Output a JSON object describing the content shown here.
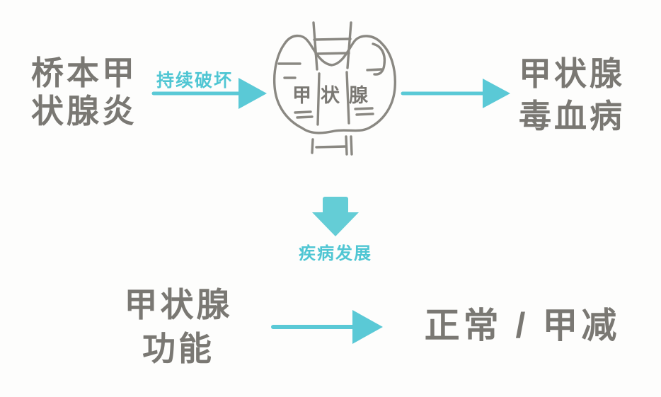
{
  "palette": {
    "accent": "#5ac9d6",
    "accent_light": "#64cdd6",
    "accent_text": "#4fc6d3",
    "ink": "#7a7873",
    "sketch_line": "#8a8882",
    "background": "#fdfdfc"
  },
  "nodes": {
    "hashimoto": {
      "line1": "桥本甲",
      "line2": "状腺炎"
    },
    "thyroid": {
      "label": "甲状腺"
    },
    "thyrotoxicosis": {
      "line1": "甲状腺",
      "line2": "毒血病"
    },
    "thyroid_function": {
      "line1": "甲状腺",
      "line2": "功能"
    },
    "outcome": {
      "label": "正常 / 甲减"
    }
  },
  "arrows": {
    "destruction": {
      "label": "持续破坏"
    },
    "progression": {
      "label": "疾病发展"
    }
  }
}
